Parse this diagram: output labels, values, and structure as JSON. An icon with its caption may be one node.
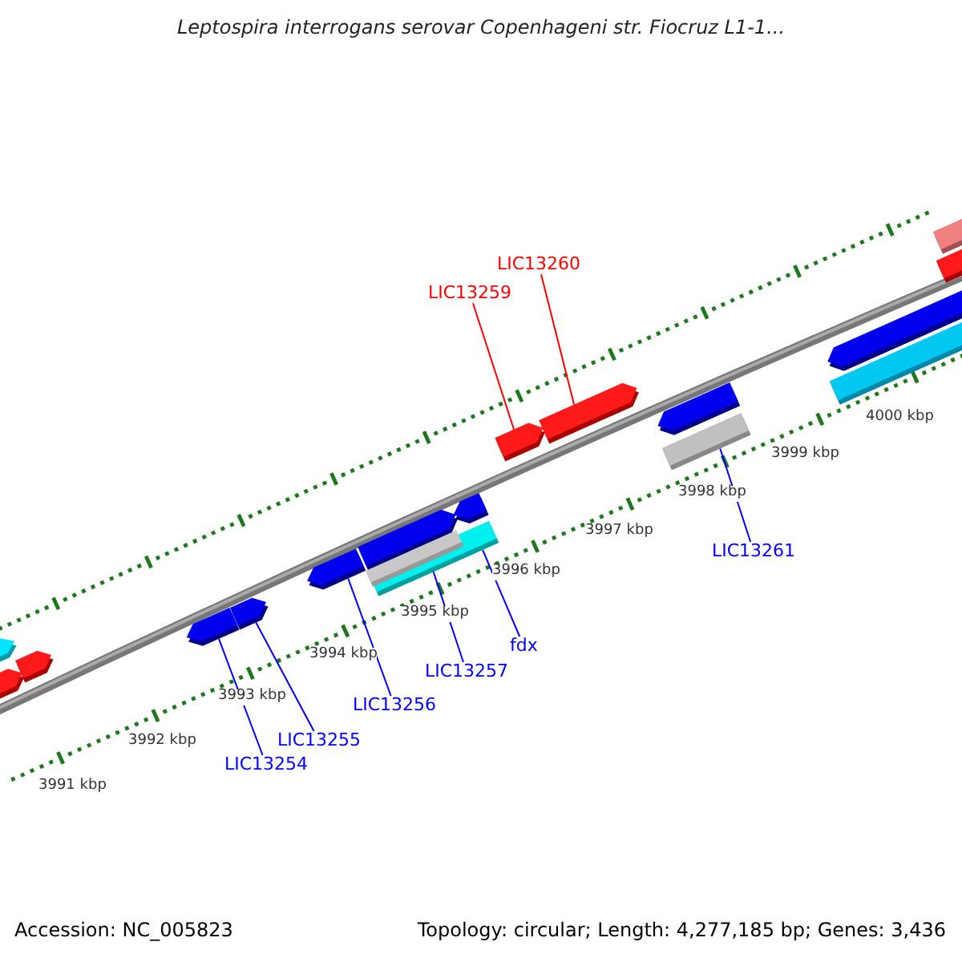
{
  "diagram": {
    "title": "Leptospira interrogans serovar Copenhageni str. Fiocruz L1-1...",
    "nodes": [
      {
        "text": [
          "LIC13260"
        ]
      },
      {
        "text": [
          "LIC13259"
        ]
      },
      {
        "text": [],
        "shape": "arrow"
      },
      {
        "text": [],
        "shape": "arrow"
      },
      {
        "text": [],
        "shape": "arrow"
      },
      {
        "text": [],
        "shape": "arrow"
      },
      {
        "text": [],
        "shape": "arrow"
      },
      {
        "text": [],
        "shape": "arrow"
      },
      {
        "text": [],
        "shape": "arrow"
      },
      {
        "text": [],
        "shape": "bar"
      },
      {
        "text": [],
        "shape": "bar"
      },
      {
        "text": [],
        "shape": "arrow"
      },
      {
        "text": [],
        "shape": "arrow"
      },
      {
        "text": [],
        "shape": "arrow"
      },
      {
        "text": [],
        "shape": "arrow"
      },
      {
        "text": [],
        "shape": "bar"
      },
      {
        "text": [],
        "shape": "arrow"
      },
      {
        "text": [],
        "shape": "bar"
      },
      {
        "text": [],
        "shape": "arrow"
      },
      {
        "text": [],
        "shape": "arrow"
      },
      {
        "text": [
          "LIC13261"
        ]
      },
      {
        "text": [
          "fdx"
        ]
      },
      {
        "text": [
          "LIC13257"
        ]
      },
      {
        "text": [
          "LIC13256"
        ]
      },
      {
        "text": [
          "LIC13255"
        ]
      },
      {
        "text": [
          "LIC13254"
        ]
      }
    ],
    "edges": [
      {
        "from": 0,
        "to": 13,
        "arrow": "none",
        "color": "#ff0000"
      },
      {
        "from": 1,
        "to": 12,
        "arrow": "none",
        "color": "#ff0000"
      },
      {
        "from": 20,
        "to": 15,
        "arrow": "none"
      },
      {
        "from": 21,
        "to": 9,
        "arrow": "none"
      },
      {
        "from": 22,
        "to": 10,
        "arrow": "none"
      },
      {
        "from": 23,
        "to": 7,
        "arrow": "none"
      },
      {
        "from": 24,
        "to": 6,
        "arrow": "none"
      },
      {
        "from": 25,
        "to": 5,
        "arrow": "none"
      }
    ],
    "labels": [
      "4000 kbp",
      "3999 kbp",
      "3998 kbp",
      "3997 kbp",
      "3996 kbp",
      "3995 kbp",
      "3994 kbp",
      "3993 kbp",
      "3992 kbp",
      "3991 kbp",
      "Accession: NC_005823",
      "Topology: circular; Length: 4,277,185 bp; Genes: 3,436"
    ]
  }
}
